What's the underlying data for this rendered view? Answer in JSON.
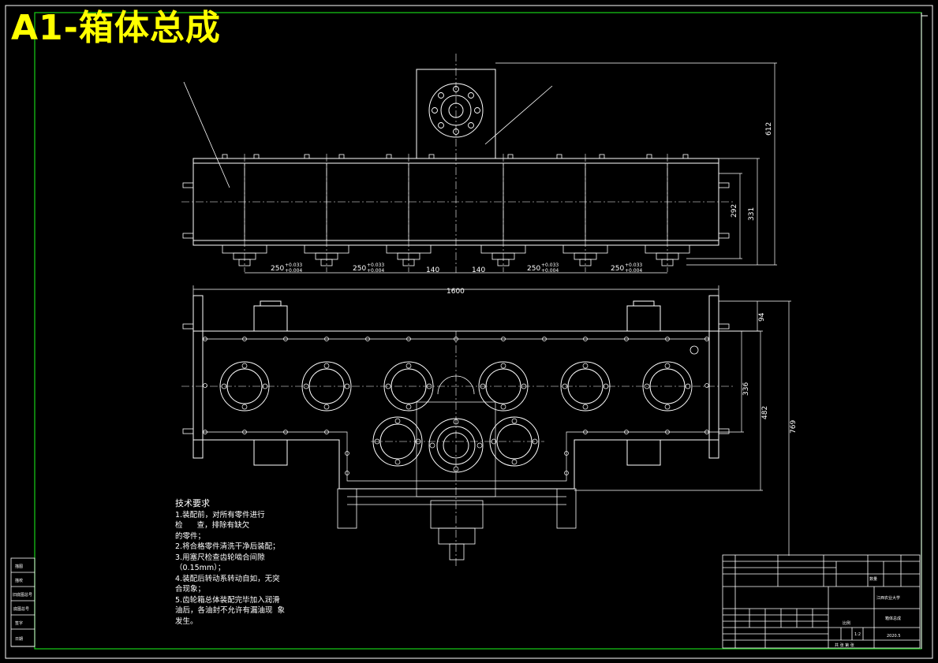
{
  "title": "A1-箱体总成",
  "dimensions": {
    "overall_height_top": "612",
    "height_292": "292",
    "height_331": "331",
    "width_1600": "1600",
    "height_94": "94",
    "height_336": "336",
    "height_482": "482",
    "height_769": "769",
    "span_250": "250",
    "span_140": "140",
    "tol_upper": "+0.033",
    "tol_lower": "+0.004"
  },
  "notes": {
    "heading": "技术要求",
    "lines": [
      "1.装配前，对所有零件进行",
      "检      查，排除有缺欠",
      "的零件；",
      "2.将合格零件清洗干净后装配；",
      "3.用塞尺检查齿轮啮合间隙",
      "（0.15mm）；",
      "4.装配后转动系转动自如，无突",
      "合现象；",
      "5.齿轮箱总体装配完毕加入润滑",
      "油后，各油封不允许有漏油现  象",
      "发生。"
    ]
  },
  "title_block": {
    "school": "江西农业大学",
    "drawing_name": "箱体总成",
    "scale_label": "比例",
    "scale": "1:2",
    "qty_label": "数量",
    "sheet_label": "共  张  第  张",
    "date": "2020.5"
  },
  "side_block": {
    "labels": [
      "描图",
      "描校",
      "旧底图总号",
      "底图总号",
      "签字",
      "日期"
    ]
  }
}
